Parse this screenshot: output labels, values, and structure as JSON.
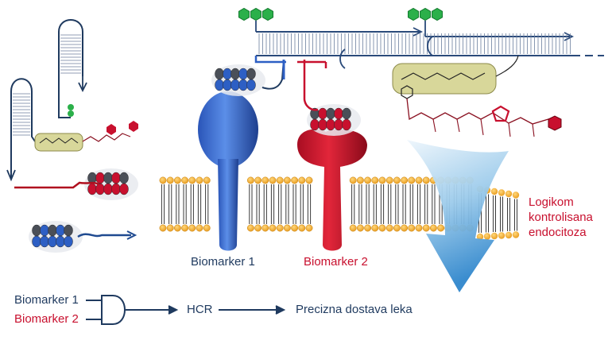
{
  "labels": {
    "biomarker1": "Biomarker 1",
    "biomarker2": "Biomarker 2",
    "endocytosis_line1": "Logikom",
    "endocytosis_line2": "kontrolisana",
    "endocytosis_line3": "endocitoza"
  },
  "logic": {
    "input1": "Biomarker 1",
    "input2": "Biomarker 2",
    "step": "HCR",
    "result": "Precizna dostava leka"
  },
  "colors": {
    "biomarker1": "#2d5fc4",
    "biomarker2": "#c8102e",
    "text_dark": "#1f3a5f",
    "membrane_head": "#f5b23a",
    "bead_green": "#2bb04a",
    "dna_strand": "#2a4a7a",
    "arrow_light": "#cfe6f7",
    "arrow_dark": "#3a8fd0"
  }
}
